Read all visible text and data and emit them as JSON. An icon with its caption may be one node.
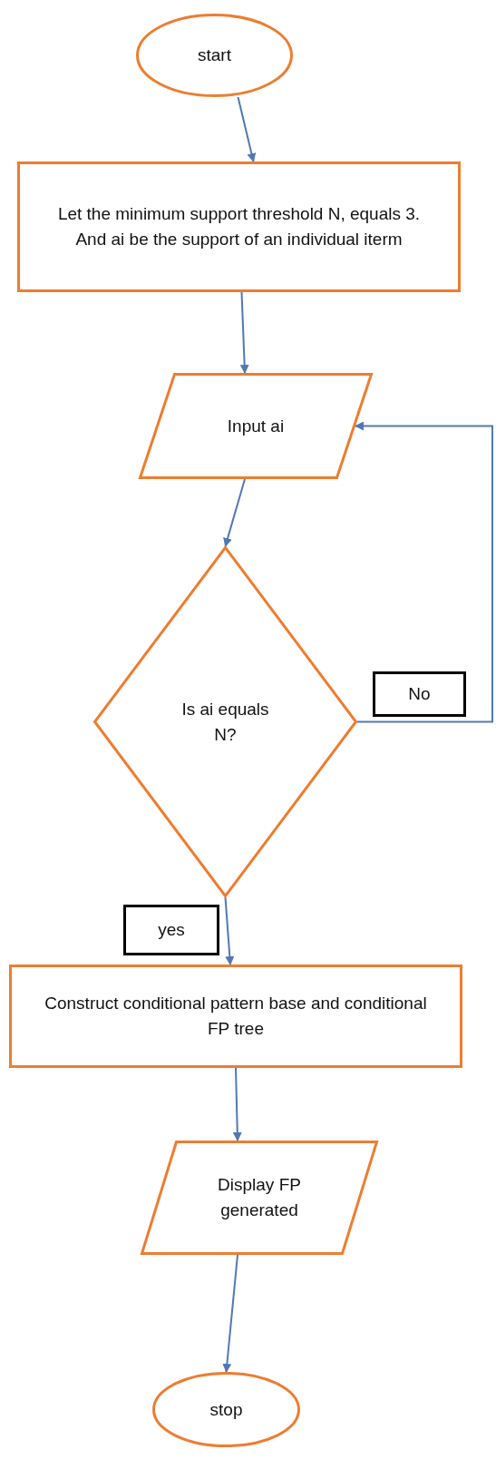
{
  "diagram": {
    "nodes": [
      {
        "text": [
          "start"
        ]
      },
      {
        "text": [
          "Let the minimum support threshold N, equals 3. And ai be the support of an individual iterm"
        ]
      },
      {
        "text": [
          "Input ai"
        ]
      },
      {
        "text": [
          "Is ai equals N?"
        ]
      },
      {
        "text": [
          "Construct conditional pattern base and conditional FP tree"
        ]
      },
      {
        "text": [
          "Display FP generated"
        ]
      },
      {
        "text": [
          "stop"
        ]
      }
    ],
    "edges": [
      {
        "from": 0,
        "to": 1,
        "arrow": "to"
      },
      {
        "from": 1,
        "to": 2,
        "arrow": "to"
      },
      {
        "from": 2,
        "to": 3,
        "arrow": "to"
      },
      {
        "from": 3,
        "to": 2,
        "arrow": "to",
        "label": "No"
      },
      {
        "from": 3,
        "to": 4,
        "arrow": "to",
        "label": "yes"
      },
      {
        "from": 4,
        "to": 5,
        "arrow": "to"
      },
      {
        "from": 5,
        "to": 6,
        "arrow": "to"
      }
    ]
  }
}
